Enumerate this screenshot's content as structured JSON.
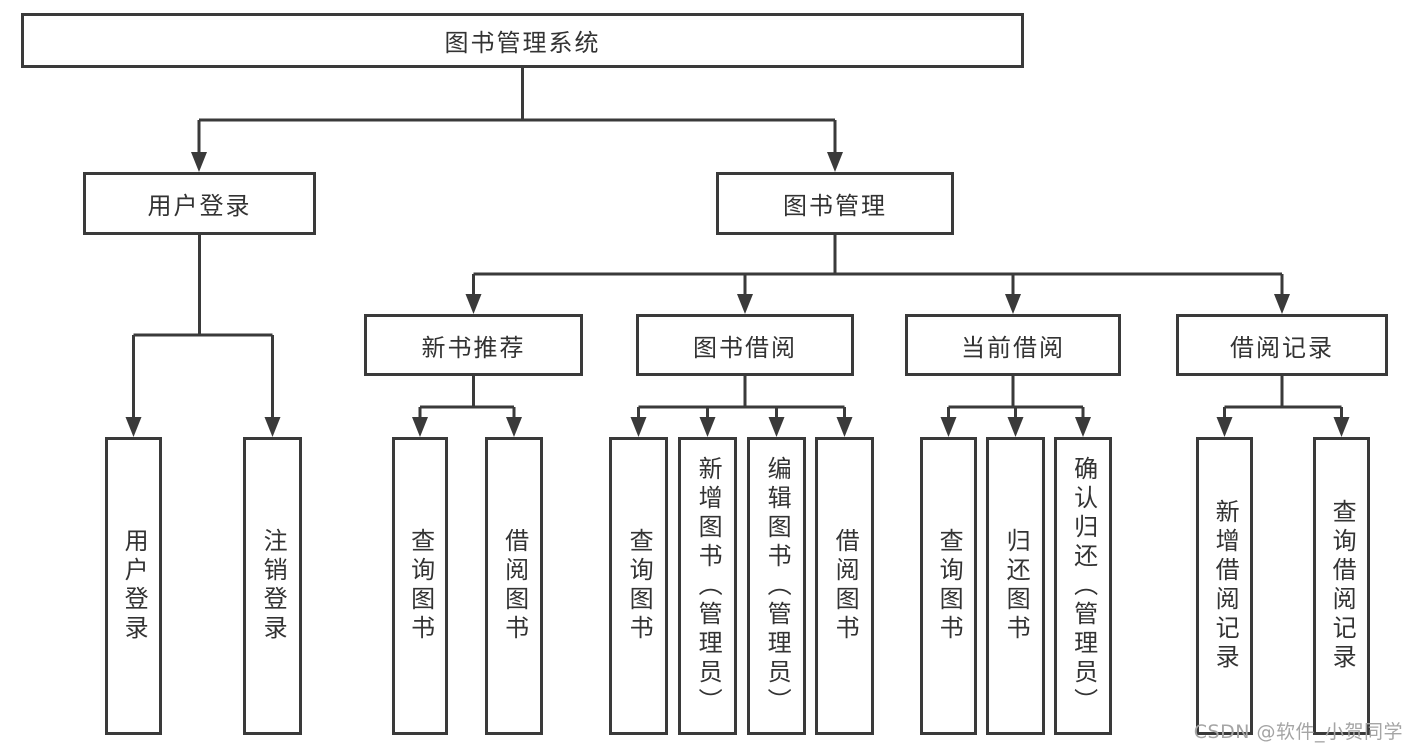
{
  "diagram": {
    "title": "图书管理系统",
    "watermark": "CSDN @软件_小贺同学",
    "colors": {
      "line": "#3a3a3a",
      "box_border": "#3a3a3a",
      "box_fill": "#ffffff",
      "text": "#333333",
      "watermark": "#a5a5a5"
    },
    "level2": {
      "user_login": "用户登录",
      "book_mgmt": "图书管理"
    },
    "level3": {
      "new_books": "新书推荐",
      "book_borrow": "图书借阅",
      "current_borrow": "当前借阅",
      "borrow_records": "借阅记录"
    },
    "leaves": {
      "user_login": [
        "用户登录",
        "注销登录"
      ],
      "new_books": [
        "查询图书",
        "借阅图书"
      ],
      "book_borrow": [
        "查询图书",
        "新增图书（管理员）",
        "编辑图书（管理员）",
        "借阅图书"
      ],
      "current_borrow": [
        "查询图书",
        "归还图书",
        "确认归还（管理员）"
      ],
      "borrow_records": [
        "新增借阅记录",
        "查询借阅记录"
      ]
    }
  }
}
